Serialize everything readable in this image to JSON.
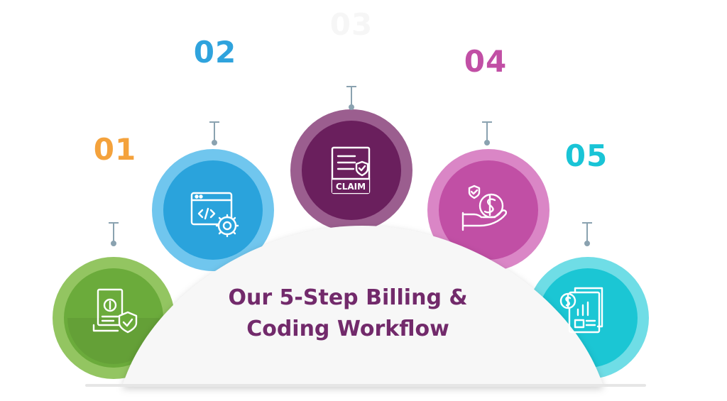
{
  "title_line1": "Our 5-Step Billing &",
  "title_line2": "Coding Workflow",
  "steps": [
    {
      "num": "01",
      "color": "#f4a23c",
      "desc": "",
      "icon": "billing-document-shield-icon",
      "circle": "#6bab3b",
      "ring": "#93c561"
    },
    {
      "num": "02",
      "color": "#2fa3dd",
      "desc": "",
      "icon": "code-window-gear-icon",
      "circle": "#2aa3dc",
      "ring": "#70c6ee"
    },
    {
      "num": "03",
      "color": "#f6f6f6",
      "desc": "",
      "icon": "claim-document-icon",
      "circle": "#6a1f5d",
      "ring": "#9b5e8f"
    },
    {
      "num": "04",
      "color": "#c14fa5",
      "desc": "",
      "icon": "hand-dollar-shield-icon",
      "circle": "#c14fa5",
      "ring": "#da86c6"
    },
    {
      "num": "05",
      "color": "#19c4d6",
      "desc": "",
      "icon": "financial-report-icon",
      "circle": "#1bc6d4",
      "ring": "#6fdde6"
    }
  ],
  "claim_label": "CLAIM"
}
